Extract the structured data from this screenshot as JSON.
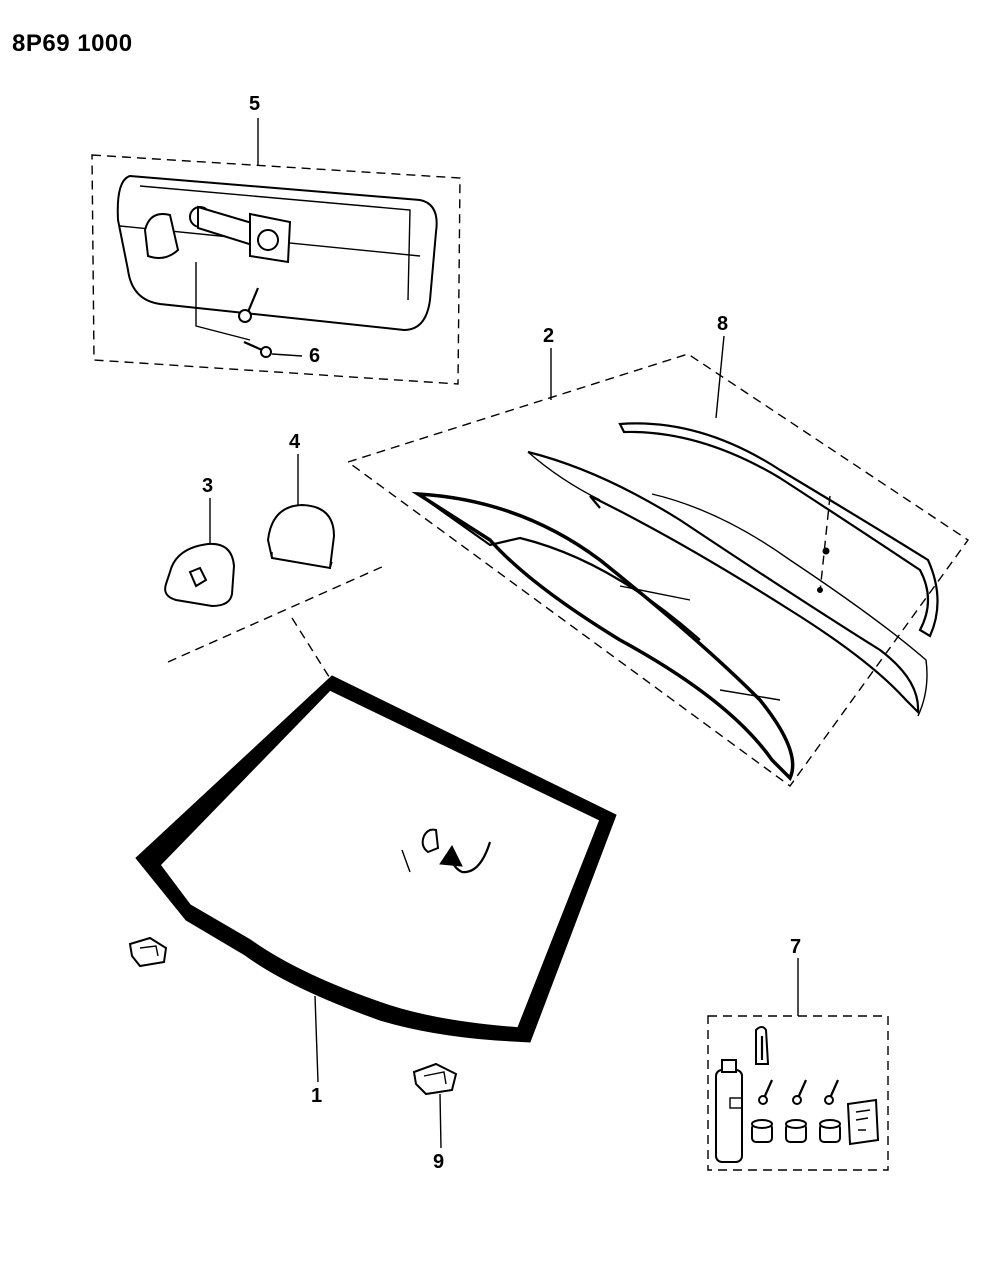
{
  "diagram": {
    "code": "8P69 1000",
    "callouts": {
      "c1": "1",
      "c2": "2",
      "c3": "3",
      "c4": "4",
      "c5": "5",
      "c6": "6",
      "c7": "7",
      "c8": "8",
      "c9": "9"
    }
  }
}
